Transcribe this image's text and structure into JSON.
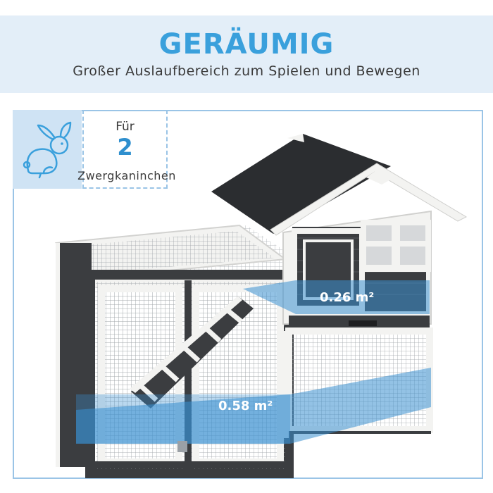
{
  "header": {
    "title": "GERÄUMIG",
    "subtitle": "Großer Auslaufbereich zum Spielen und Bewegen"
  },
  "badge": {
    "prefix": "Für",
    "count": "2",
    "label": "Zwergkaninchen",
    "icon": "rabbit-icon"
  },
  "areas": {
    "upper": "0.26 m²",
    "lower": "0.58 m²"
  },
  "colors": {
    "accent": "#3aa0dc",
    "header_bg": "#e3eef8",
    "area_fill": "#3a8fd0",
    "hutch_dark": "#3b3d40",
    "hutch_white": "#f3f3f1"
  }
}
